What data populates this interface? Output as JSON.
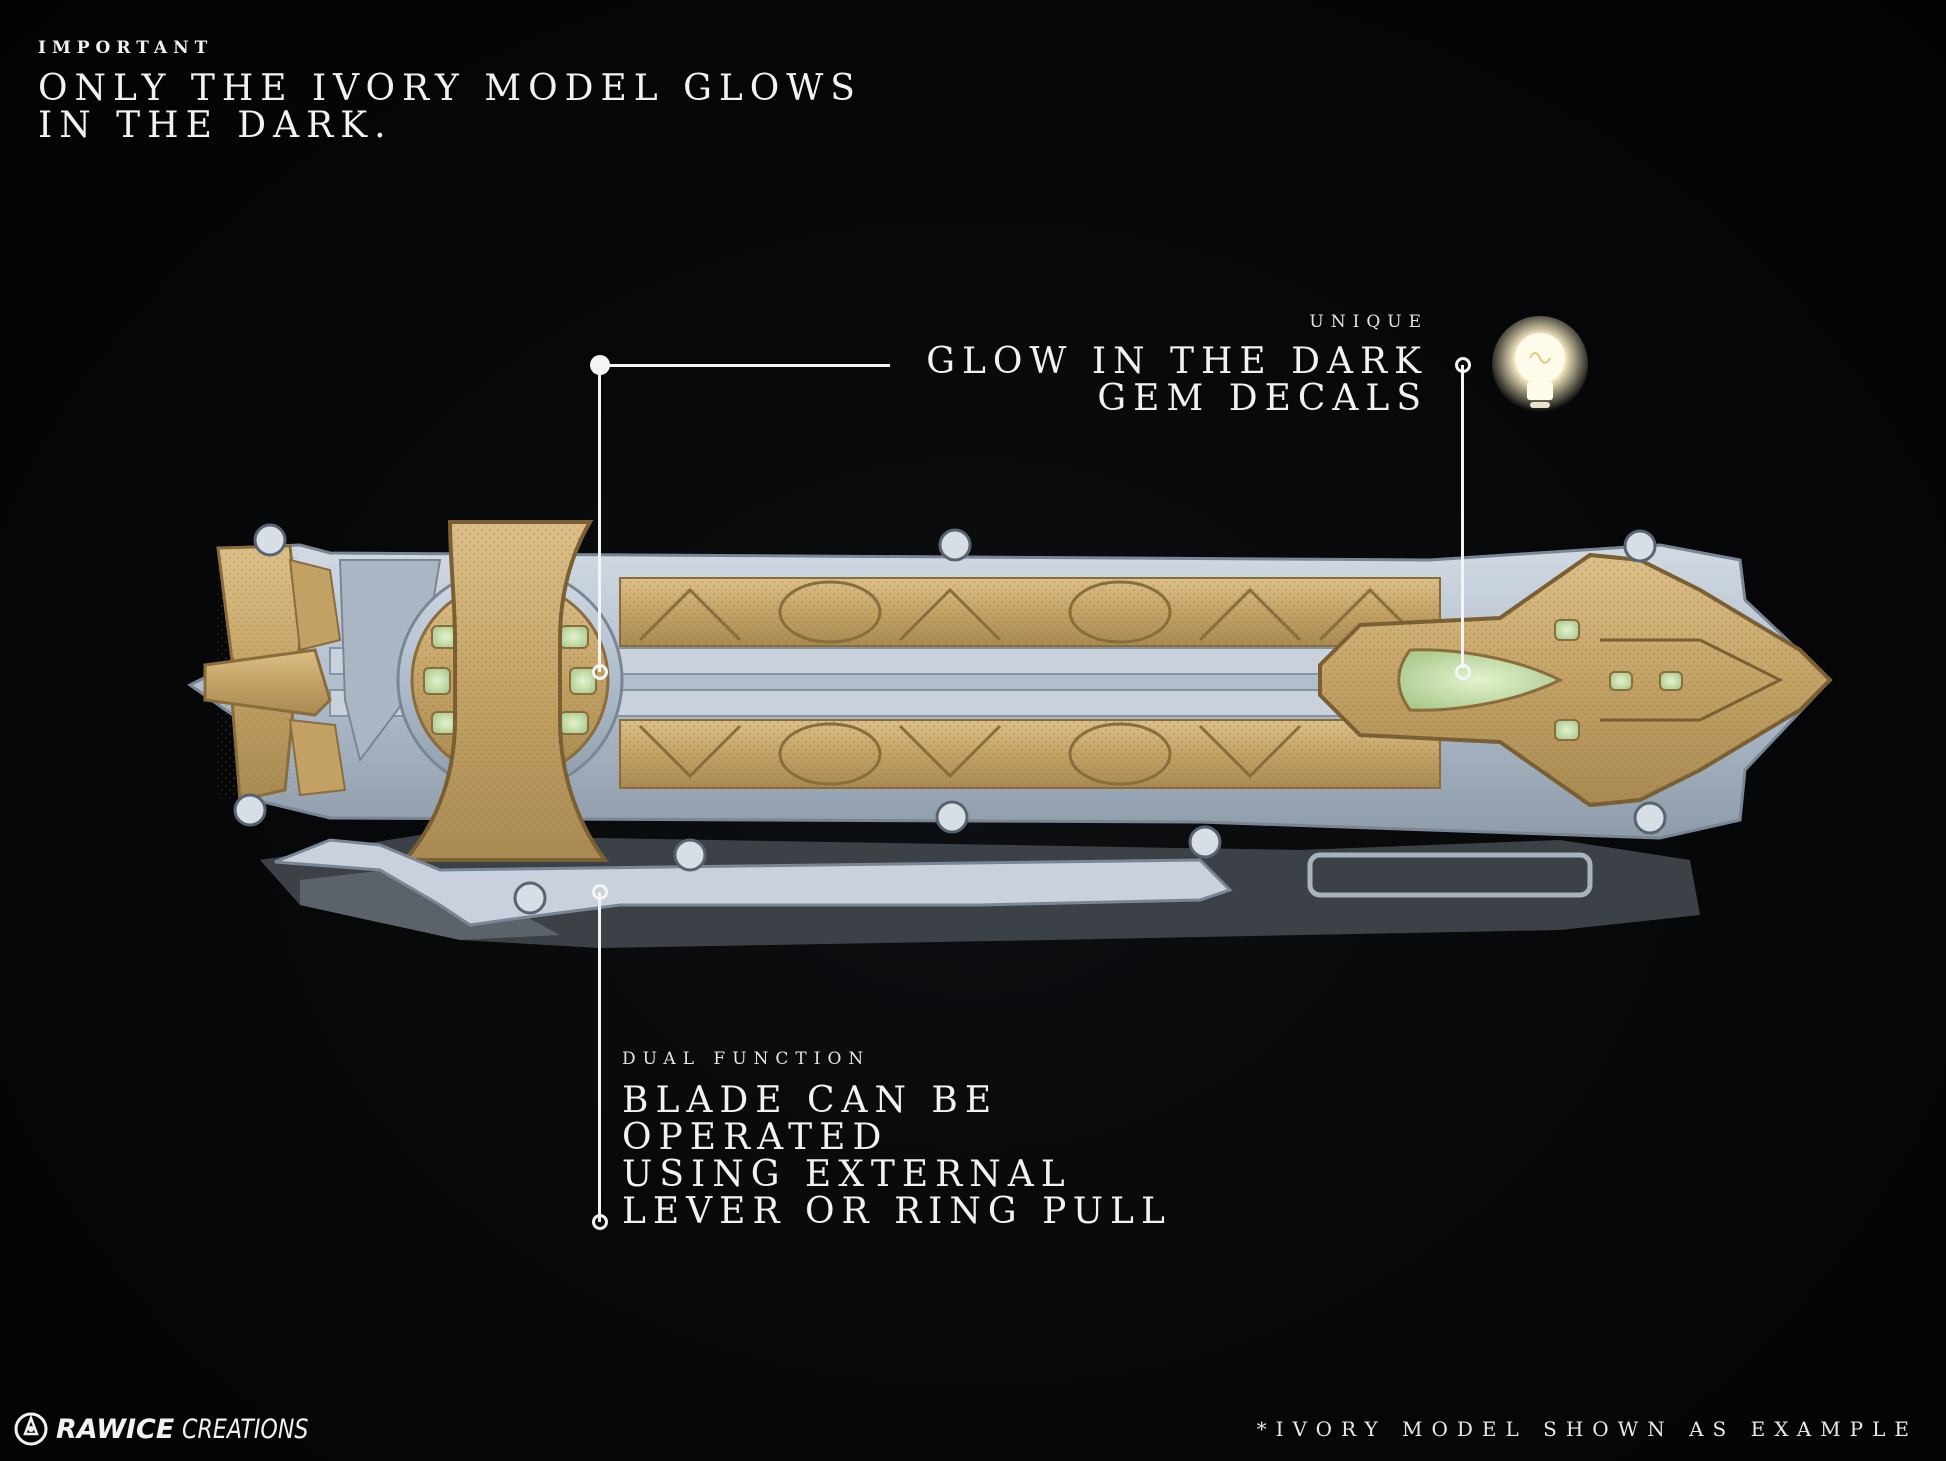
{
  "important": {
    "kicker": "IMPORTANT",
    "lines": [
      "ONLY THE IVORY MODEL GLOWS",
      "IN THE DARK."
    ]
  },
  "unique": {
    "kicker": "UNIQUE",
    "lines": [
      "GLOW IN THE DARK",
      "GEM DECALS"
    ],
    "icon": "lightbulb-icon"
  },
  "dual": {
    "kicker": "DUAL FUNCTION",
    "lines": [
      "BLADE CAN BE",
      "OPERATED",
      "USING EXTERNAL",
      "LEVER OR RING PULL"
    ]
  },
  "footnote": "*IVORY MODEL SHOWN AS EXAMPLE",
  "brand": {
    "name": "RAWICE",
    "sub": "CREATIONS",
    "icon": "rawice-logo-icon"
  },
  "colors": {
    "background": "#050607",
    "gold": "#c9a86a",
    "silver": "#b9c3cf",
    "glow": "#c9e6a8"
  }
}
